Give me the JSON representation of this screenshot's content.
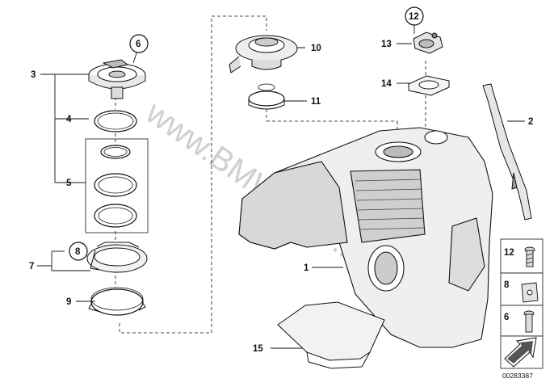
{
  "diagram": {
    "watermark": "www.BMWstore.ru",
    "document_id": "00283387",
    "callouts": {
      "c1": "1",
      "c2": "2",
      "c3": "3",
      "c4": "4",
      "c5": "5",
      "c6": "6",
      "c7": "7",
      "c8": "8",
      "c9": "9",
      "c10": "10",
      "c11": "11",
      "c12": "12",
      "c13": "13",
      "c14": "14",
      "c15": "15"
    },
    "side_panel": {
      "p12": "12",
      "p8": "8",
      "p6": "6"
    },
    "colors": {
      "line": "#111111",
      "watermark": "#cfcfcf",
      "background": "#ffffff"
    },
    "icons": [
      "bolt-icon",
      "clip-nut-icon",
      "screw-icon",
      "direction-arrow-icon"
    ]
  }
}
